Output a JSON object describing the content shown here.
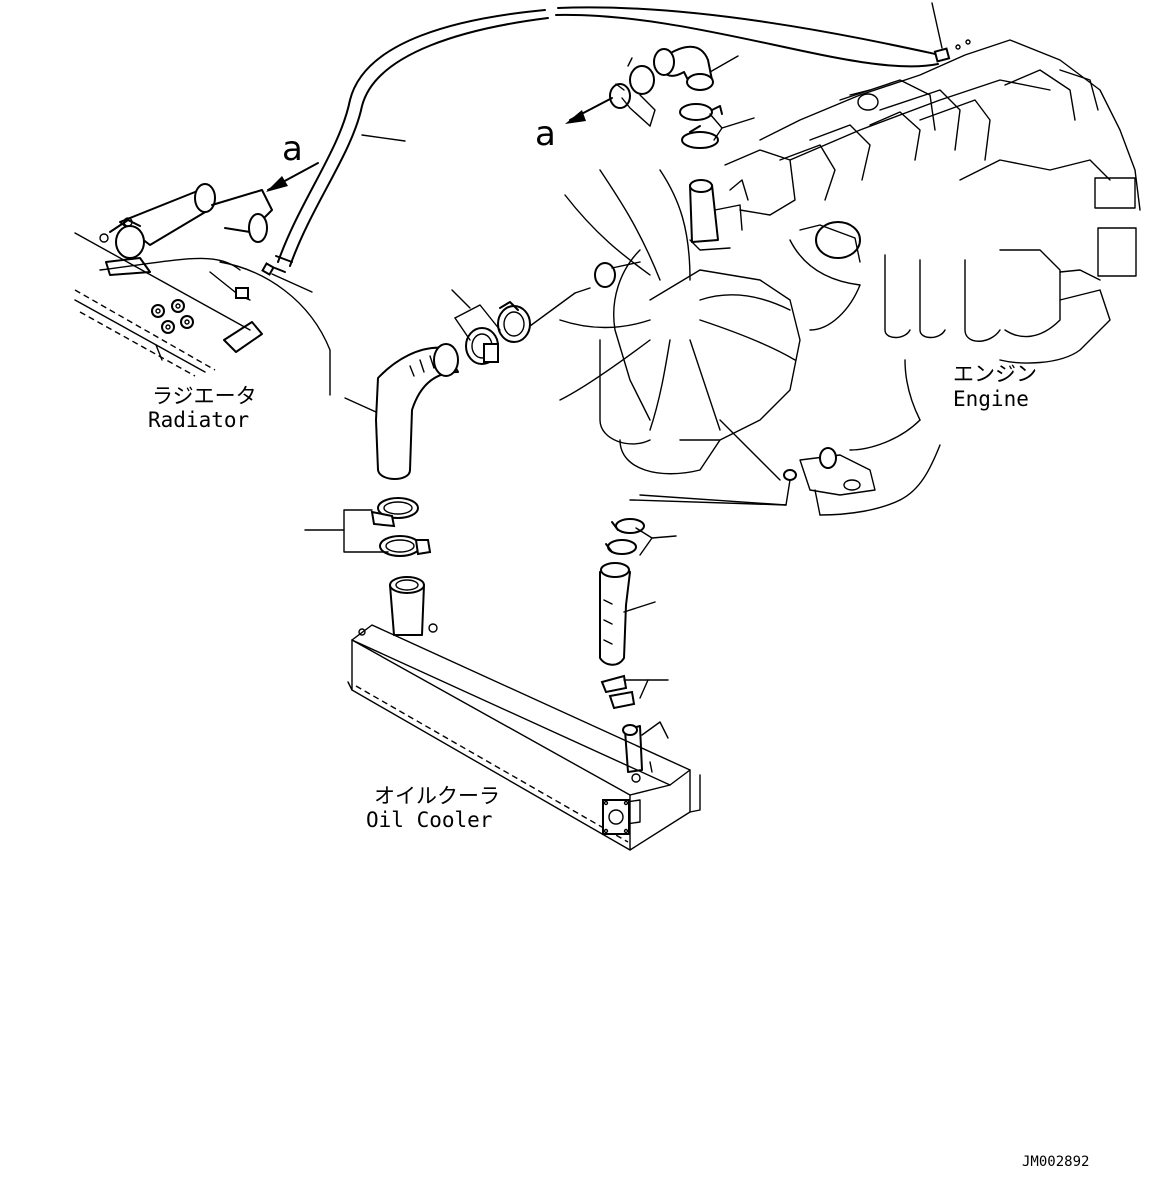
{
  "labels": {
    "radiator_jp": "ラジエータ",
    "radiator_en": "Radiator",
    "engine_jp": "エンジン",
    "engine_en": "Engine",
    "oil_cooler_jp": "オイルクーラ",
    "oil_cooler_en": "Oil Cooler",
    "ref_a_left": "a",
    "ref_a_center": "a",
    "drawing_id": "JM002892"
  }
}
